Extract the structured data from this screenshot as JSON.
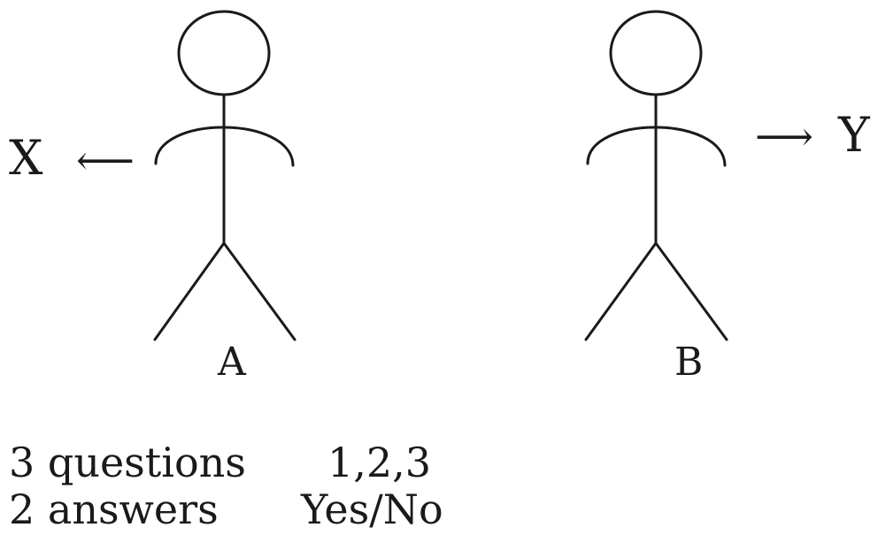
{
  "figure": {
    "left_target": "X",
    "right_target": "Y",
    "left_arrow": "⟵",
    "right_arrow": "⟶",
    "person_a": "A",
    "person_b": "B"
  },
  "info": {
    "rows": [
      {
        "label": "3 questions",
        "value": "1,2,3"
      },
      {
        "label": "2 answers",
        "value": "Yes/No"
      }
    ]
  }
}
